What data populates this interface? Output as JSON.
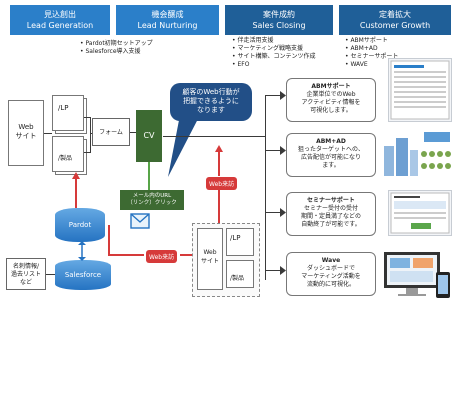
{
  "stages": [
    {
      "jp": "見込創出",
      "en": "Lead Generation",
      "color": "#2b7fc9"
    },
    {
      "jp": "機会醸成",
      "en": "Lead Nurturing",
      "color": "#2b7fc9"
    },
    {
      "jp": "案件成約",
      "en": "Sales Closing",
      "color": "#1f5f98"
    },
    {
      "jp": "定着拡大",
      "en": "Customer Growth",
      "color": "#1f5f98"
    }
  ],
  "bullets": {
    "nurturing": [
      "Pardot初期セットアップ",
      "Salesforce導入支援"
    ],
    "closing": [
      "伴走活用支援",
      "マーケティング戦略支援",
      "サイト構築、コンテンツ作成",
      "EFO"
    ],
    "growth": [
      "ABMサポート",
      "ABM+AD",
      "セミナーサポート",
      "WAVE"
    ]
  },
  "flow": {
    "web_site": "Web\nサイト",
    "lp": "/LP",
    "product": "/製品",
    "form": "フォーム",
    "cv": "CV",
    "pardot": "Pardot",
    "salesforce": "Salesforce",
    "card_list": "名刺情報/\n過去リスト\nなど",
    "mail_label": "メール内のURL\n（リンク）クリック",
    "web_visit1": "Web来訪",
    "web_visit2": "Web来訪",
    "web_site2": "Web\nサイト",
    "lp2": "/LP",
    "product2": "/製品",
    "callout": "顧客のWeb行動が\n把握できるように\nなります"
  },
  "services": [
    {
      "title": "ABMサポート",
      "desc": "企業単位でのWeb\nアクティビティ情報を\n可視化します。"
    },
    {
      "title": "ABM+AD",
      "desc": "狙ったターゲットへの、\n広告配信が可能になり\nます。"
    },
    {
      "title": "セミナーサポート",
      "desc": "セミナー受付の受付\n期間・定員満了などの\n自動終了が可能です。"
    },
    {
      "title": "Wave",
      "desc": "ダッシュボードで\nマーケティング活動を\n流動的に可視化。"
    }
  ]
}
